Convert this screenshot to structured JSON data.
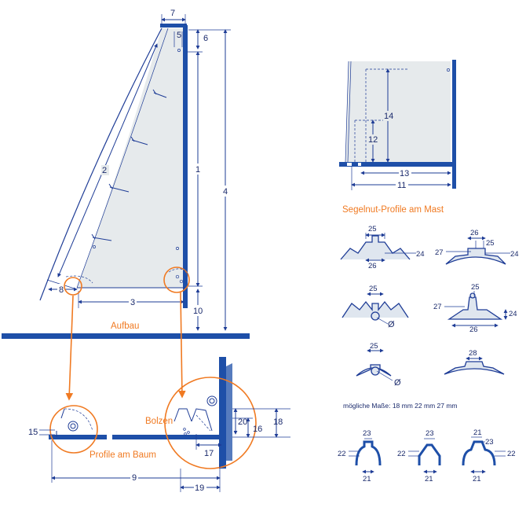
{
  "colors": {
    "navy": "#1e4fa8",
    "orange": "#f07a22",
    "sail": "#e6eaec",
    "text": "#1a2a6c"
  },
  "labels": {
    "aufbau": "Aufbau",
    "bolzen": "Bolzen",
    "profile_am_baum": "Profile am Baum",
    "segelnut_title": "Segelnut-Profile am Mast",
    "moegliche_masse": "mögliche Maße: 18 mm    22 mm    27 mm",
    "diameter_symbol": "Ø"
  },
  "dims": {
    "d1": "1",
    "d2": "2",
    "d3": "3",
    "d4": "4",
    "d5": "5",
    "d6": "6",
    "d7": "7",
    "d8": "8",
    "d9": "9",
    "d10": "10",
    "d11": "11",
    "d12": "12",
    "d13": "13",
    "d14": "14",
    "d15": "15",
    "d16": "16",
    "d17": "17",
    "d18": "18",
    "d19": "19",
    "d20": "20",
    "d21": "21",
    "d22": "22",
    "d23": "23",
    "d24": "24",
    "d25": "25",
    "d26": "26",
    "d27": "27",
    "d28": "28"
  }
}
